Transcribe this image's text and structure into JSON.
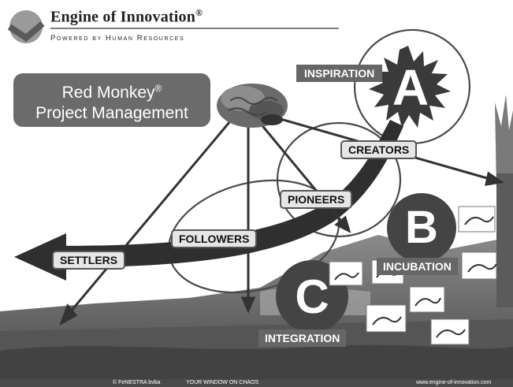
{
  "header": {
    "title": "Engine of Innovation",
    "title_mark": "®",
    "subtitle": "Powered by Human Resources"
  },
  "project_box": {
    "line1": "Red Monkey",
    "mark": "®",
    "line2": "Project Management"
  },
  "stages": {
    "a_letter": "A",
    "a_label": "INSPIRATION",
    "b_letter": "B",
    "b_label": "INCUBATION",
    "c_letter": "C",
    "c_label": "INTEGRATION"
  },
  "roles": {
    "creators": "CREATORS",
    "pioneers": "PIONEERS",
    "followers": "FOLLOWERS",
    "settlers": "SETTLERS"
  },
  "footer": {
    "copyright": "© FeNESTRA bvba",
    "tagline": "YOUR WINDOW ON CHAOS",
    "url": "www.engine-of-innovation.com"
  },
  "colors": {
    "dark": "#3d3d3d",
    "label_bg": "#e6e6e6",
    "box_bg": "#6b6b6b",
    "footer_bg": "#4a4a4a"
  }
}
